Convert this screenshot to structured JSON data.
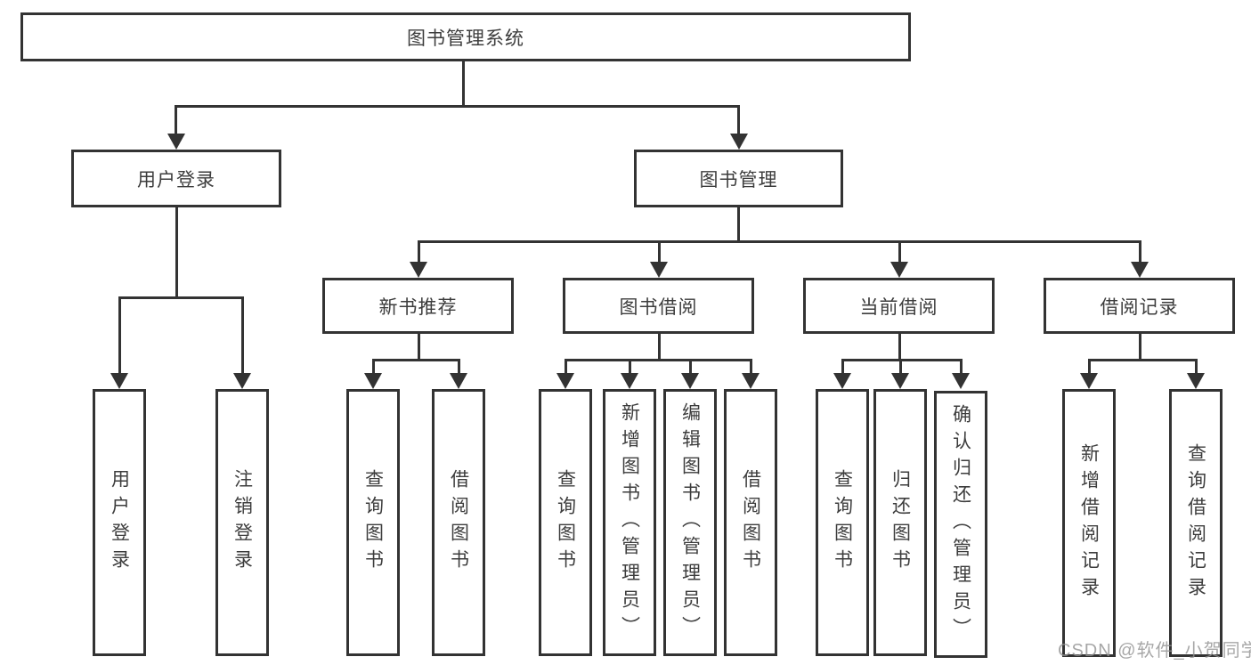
{
  "diagram": {
    "root": "图书管理系统",
    "user_login": "用户登录",
    "book_mgmt": "图书管理",
    "modules": [
      "新书推荐",
      "图书借阅",
      "当前借阅",
      "借阅记录"
    ],
    "user_login_children": [
      "用户登录",
      "注销登录"
    ],
    "new_book_children": [
      "查询图书",
      "借阅图书"
    ],
    "borrow_children": [
      "查询图书",
      "新增图书（管理员）",
      "编辑图书（管理员）",
      "借阅图书"
    ],
    "current_children": [
      "查询图书",
      "归还图书",
      "确认归还（管理员）"
    ],
    "record_children": [
      "新增借阅记录",
      "查询借阅记录"
    ]
  },
  "watermark": "CSDN @软件_小贺同学",
  "colors": {
    "line": "#333333",
    "text": "#3d3d3d",
    "watermark": "#919191",
    "background": "#ffffff"
  }
}
